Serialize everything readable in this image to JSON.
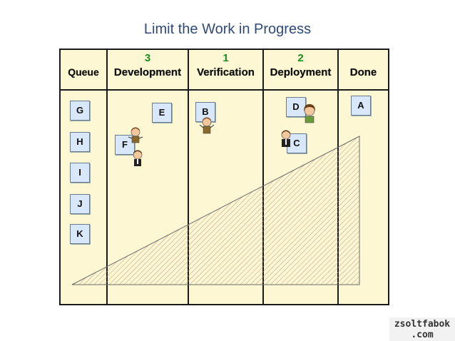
{
  "title": "Limit the Work in Progress",
  "columns": [
    {
      "name": "Queue",
      "wip": ""
    },
    {
      "name": "Development",
      "wip": "3"
    },
    {
      "name": "Verification",
      "wip": "1"
    },
    {
      "name": "Deployment",
      "wip": "2"
    },
    {
      "name": "Done",
      "wip": ""
    }
  ],
  "cards": {
    "G": "G",
    "H": "H",
    "I": "I",
    "J": "J",
    "K": "K",
    "E": "E",
    "F": "F",
    "B": "B",
    "D": "D",
    "C": "C",
    "A": "A"
  },
  "badge": {
    "line1": "zsoltfabok",
    "line2": ".com"
  },
  "colors": {
    "board": "#fdf8d3",
    "card": "#d8e8fa",
    "wip": "#1e8a1e",
    "title": "#2f4a7a",
    "hatch": "#c9957a"
  }
}
